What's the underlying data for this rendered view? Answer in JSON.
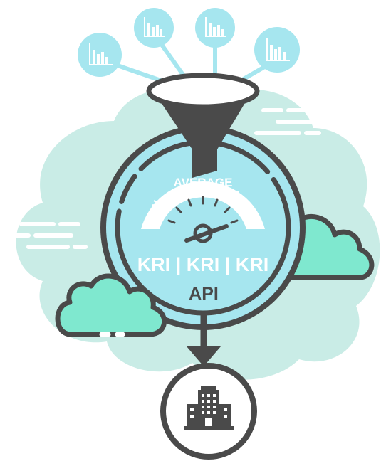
{
  "gauge": {
    "low_label": "LOW",
    "average_label": "AVERAGE",
    "high_label": "HIGH"
  },
  "kri_line": "KRI | KRI | KRI",
  "api_label": "API",
  "colors": {
    "cloud_back": "#c9ece6",
    "cloud_front": "#7fe8cf",
    "bubble": "#a6e6ef",
    "funnel": "#4a4a4a",
    "circle_fill": "#a6e6ef",
    "outline": "#4a4a4a"
  },
  "icons": [
    "bar-chart-icon",
    "bar-chart-icon",
    "bar-chart-icon",
    "bar-chart-icon",
    "funnel-icon",
    "gauge-icon",
    "building-icon",
    "arrow-down-icon"
  ]
}
